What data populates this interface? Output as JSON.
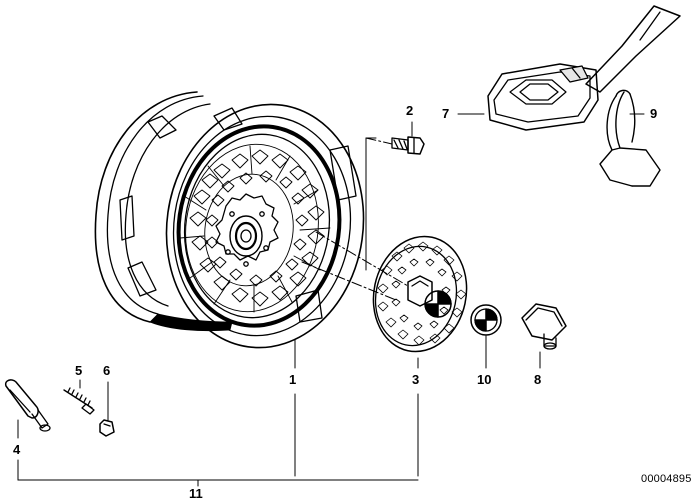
{
  "diagram": {
    "callouts": {
      "c1": "1",
      "c2": "2",
      "c3": "3",
      "c4": "4",
      "c5": "5",
      "c6": "6",
      "c7": "7",
      "c8": "8",
      "c9": "9",
      "c10": "10",
      "c11": "11"
    },
    "document_number": "00004895",
    "colors": {
      "line": "#000000",
      "background": "#ffffff",
      "shade": "#e6e6e6"
    }
  }
}
